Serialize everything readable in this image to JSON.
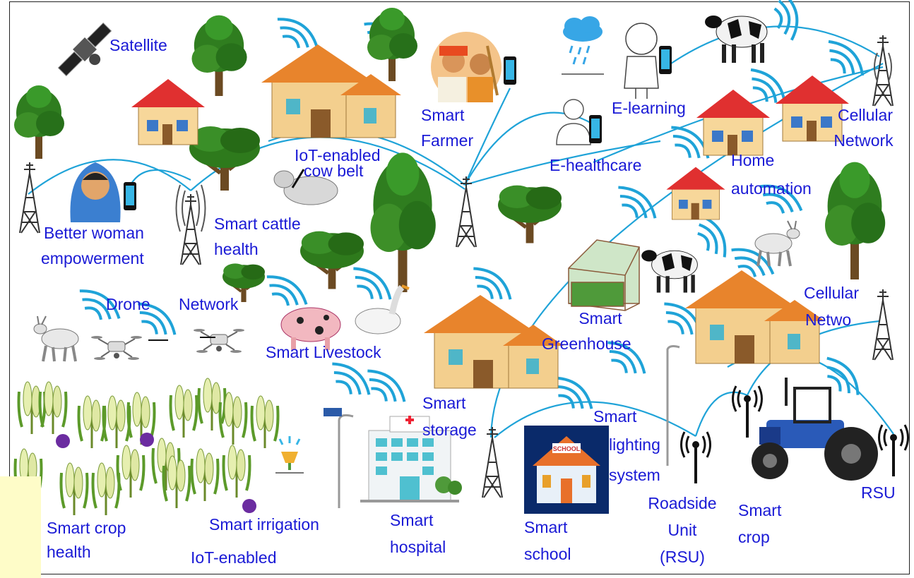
{
  "colors": {
    "label": "#1a1ad6",
    "link": "#1fa3d8",
    "roof": "#e03030",
    "wall": "#f7d79a",
    "tree": "#2f7d1f",
    "trunk": "#6b4a22",
    "tower": "#333333",
    "dot": "#6b2ca0"
  },
  "labels": {
    "satellite": "Satellite",
    "smart_farmer_1": "Smart",
    "smart_farmer_2": "Farmer",
    "iot_cow_belt_1": "IoT-enabled",
    "iot_cow_belt_2": "cow belt",
    "e_learning": "E-learning",
    "e_healthcare": "E-healthcare",
    "cellular_top_1": "Cellular",
    "cellular_top_2": "Network",
    "home_auto_1": "Home",
    "home_auto_2": "automation",
    "woman_1": "Better woman",
    "woman_2": "empowerment",
    "cattle_1": "Smart cattle",
    "cattle_2": "health",
    "drone": "Drone",
    "network": "Network",
    "livestock": "Smart Livestock",
    "greenhouse_1": "Smart",
    "greenhouse_2": "Greenhouse",
    "cellular_mid_1": "Cellular",
    "cellular_mid_2": "Netwo",
    "storage_1": "Smart",
    "storage_2": "storage",
    "lighting_1": "Smart",
    "lighting_2": "lighting",
    "lighting_3": "system",
    "rsu_unit_1": "Roadside",
    "rsu_unit_2": "Unit",
    "rsu_unit_3": "(RSU)",
    "rsu": "RSU",
    "smart_crop_1": "Smart",
    "smart_crop_2": "crop",
    "crop_health_1": "Smart crop",
    "crop_health_2": "health",
    "irrigation": "Smart irrigation",
    "iot_enabled": "IoT-enabled",
    "hospital_1": "Smart",
    "hospital_2": "hospital",
    "school_1": "Smart",
    "school_2": "school",
    "school_sign": "SCHOOL"
  },
  "icons": [
    "satellite-icon",
    "tree-icon",
    "house-icon",
    "smartphone-icon",
    "farmer-icon",
    "cloud-rain-icon",
    "girl-icon",
    "cow-icon",
    "cell-tower-icon",
    "doctor-icon",
    "woman-icon",
    "pig-icon",
    "goose-icon",
    "goat-icon",
    "drone-icon",
    "greenhouse-icon",
    "crop-plant-icon",
    "sprinkler-icon",
    "street-light-icon",
    "hospital-icon",
    "school-icon",
    "tractor-icon",
    "rsu-antenna-icon",
    "wifi-signal-icon"
  ]
}
